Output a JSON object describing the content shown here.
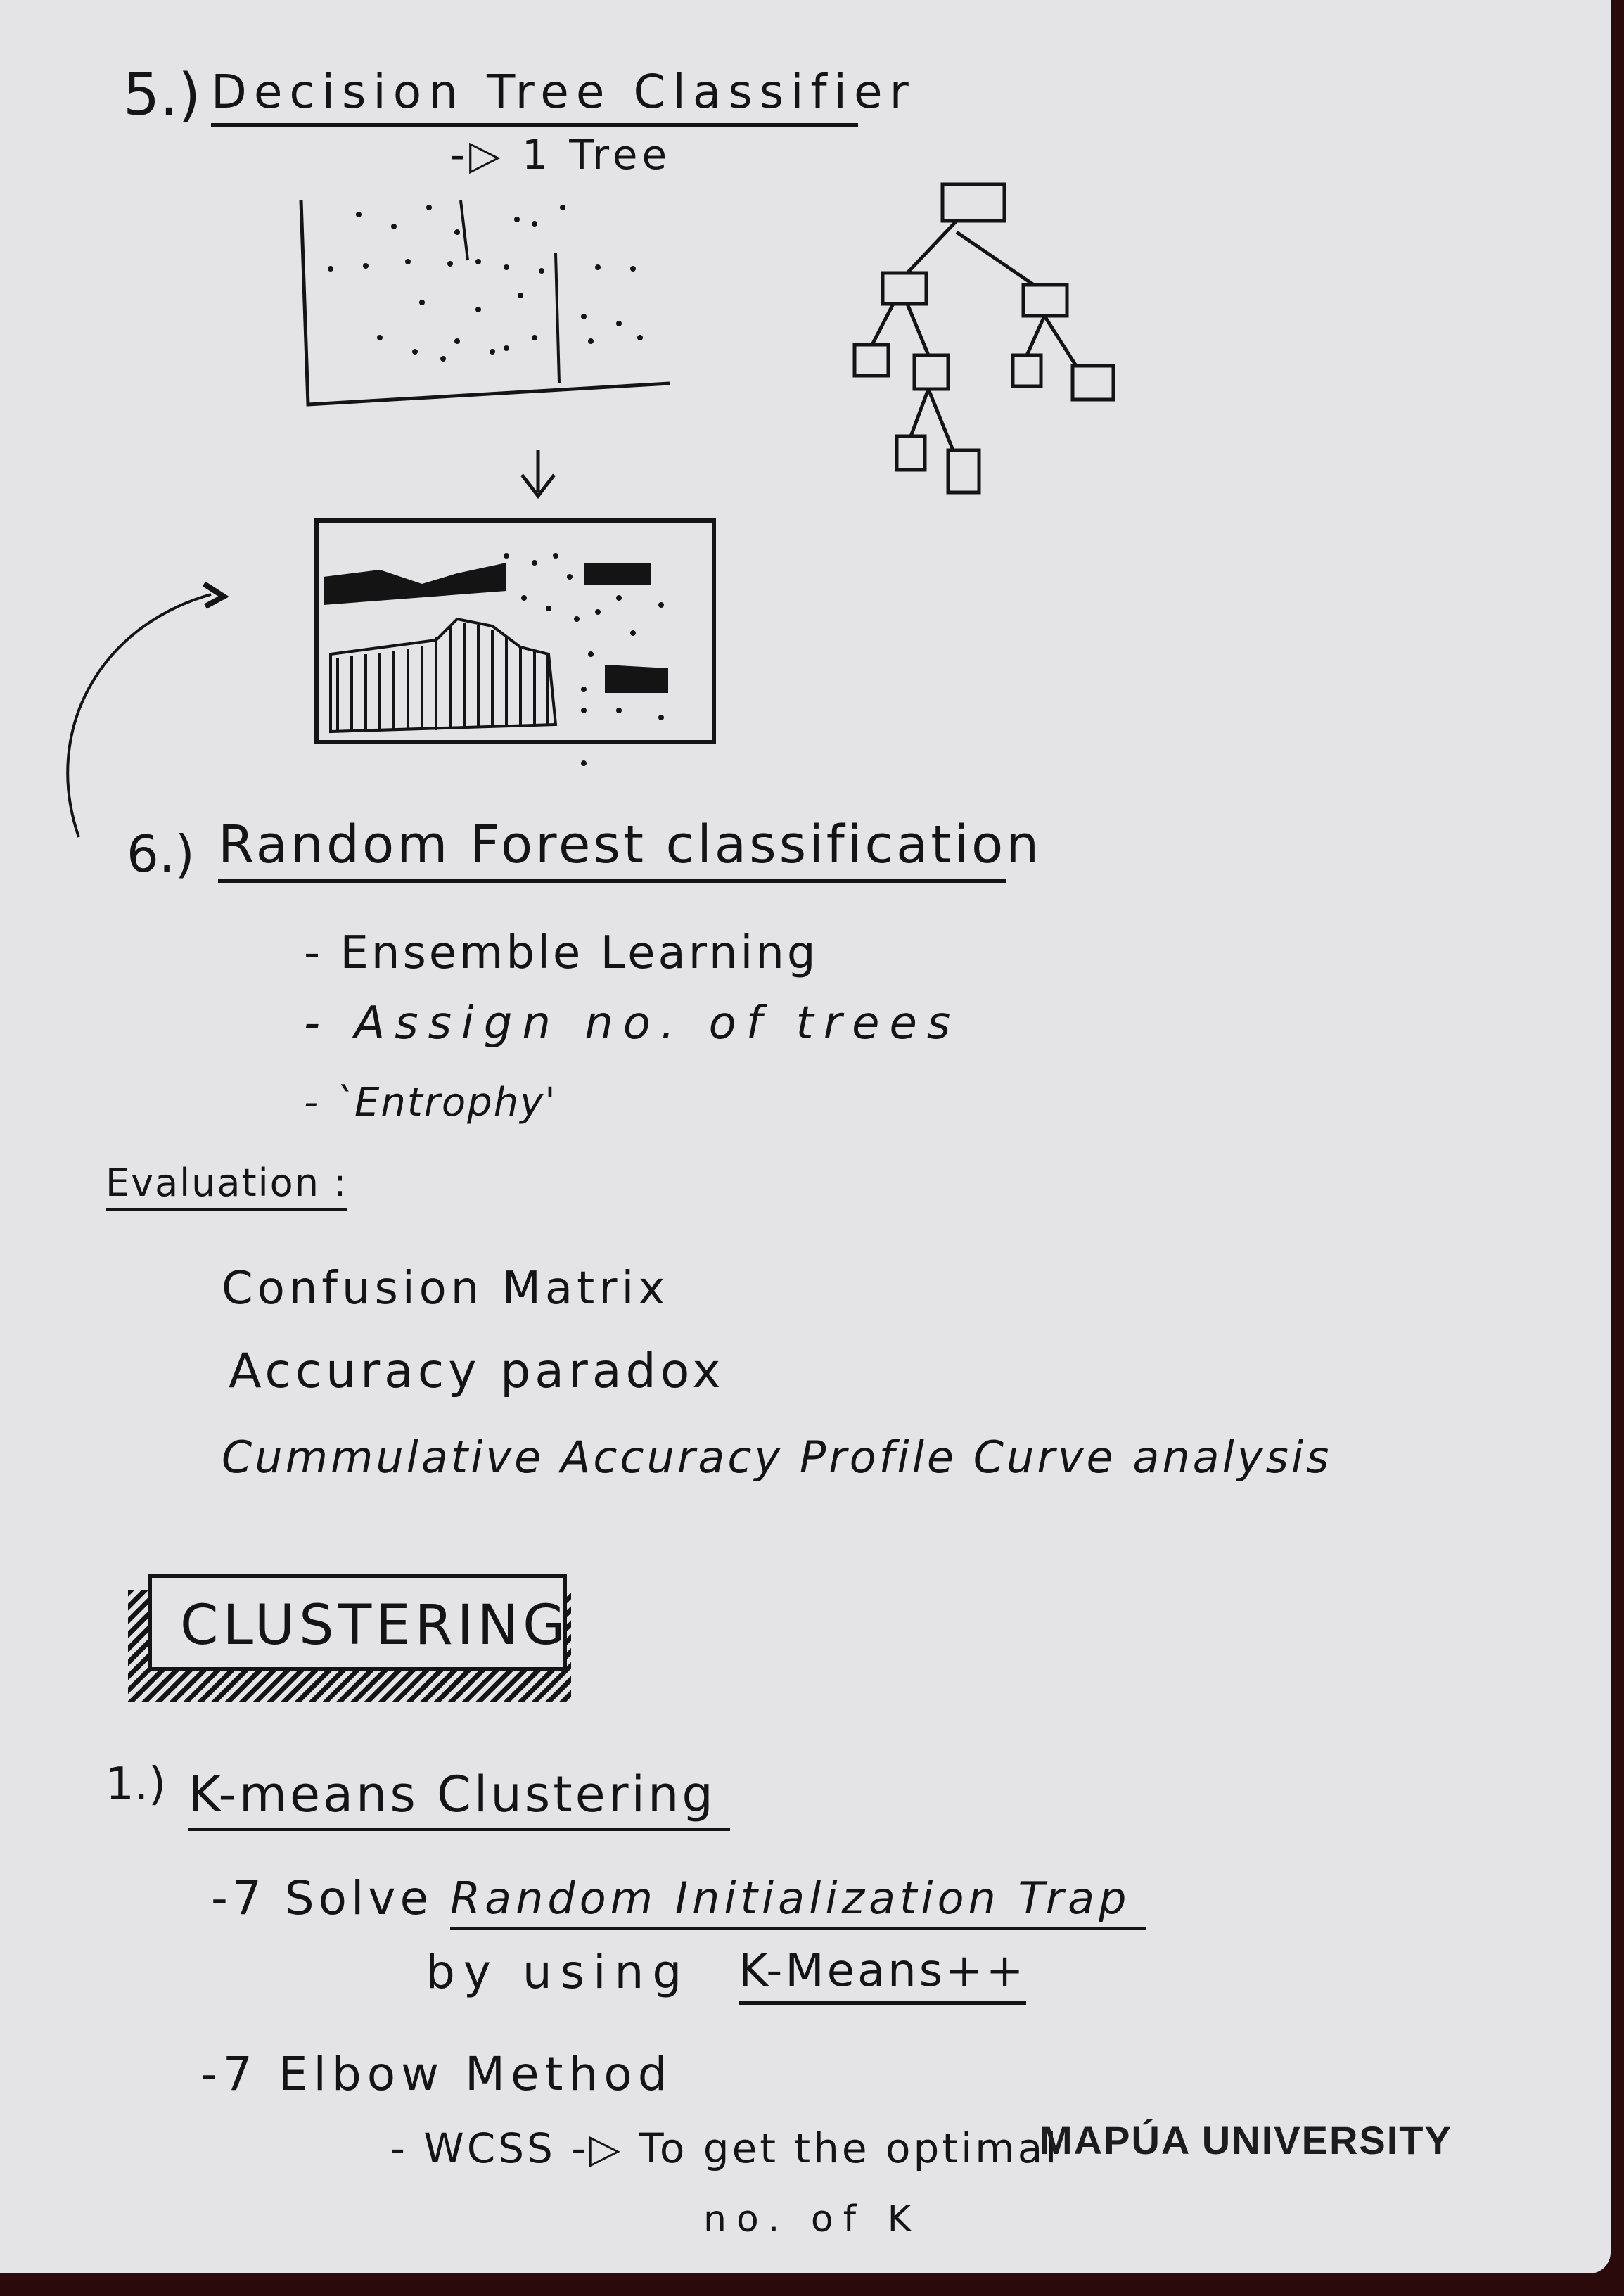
{
  "sections": {
    "decision_tree": {
      "number": "5.)",
      "title": "Decision Tree Classifier",
      "note": "-▷ 1 Tree"
    },
    "random_forest": {
      "number": "6.)",
      "title": "Random Forest classification",
      "bullets": [
        "- Ensemble Learning",
        "- Assign no. of trees",
        "- `Entrophy'"
      ]
    },
    "evaluation": {
      "heading": "Evaluation :",
      "items": [
        "Confusion Matrix",
        "Accuracy paradox",
        "Cummulative Accuracy Profile Curve analysis"
      ]
    },
    "clustering": {
      "banner": "CLUSTERING",
      "kmeans": {
        "number": "1.)",
        "title": "K-means Clustering",
        "point1_prefix": "-7 Solve",
        "point1_link": "Random Initialization Trap",
        "point1_by": "by using",
        "point1_method": "K-Means++",
        "point2": "-7 Elbow Method",
        "point2_sub": "- WCSS -▷ To get the optimal",
        "point2_sub2": "no. of K"
      }
    }
  },
  "logo_text": "MAPÚA UNIVERSITY"
}
